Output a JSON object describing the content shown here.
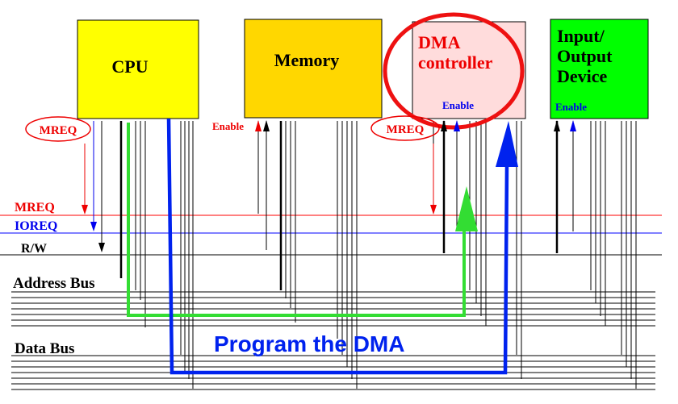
{
  "colors": {
    "cpu_fill": "#ffff00",
    "memory_fill": "#ffd700",
    "dma_fill": "#ffdcdc",
    "io_fill": "#00ff00",
    "mreq": "#ff0000",
    "ioreq": "#0000ff",
    "green_path": "#33dd33",
    "blue_path": "#0022ee",
    "highlight_ellipse": "#ee1111"
  },
  "blocks": {
    "cpu": {
      "label": "CPU"
    },
    "memory": {
      "label": "Memory"
    },
    "dma": {
      "line1": "DMA",
      "line2": "controller",
      "enable": "Enable"
    },
    "io": {
      "line1": "Input/",
      "line2": "Output",
      "line3": "Device",
      "enable": "Enable"
    }
  },
  "signals": {
    "cpu_mreq": "MREQ",
    "dma_mreq": "MREQ",
    "memory_enable": "Enable"
  },
  "buses": {
    "mreq": "MREQ",
    "ioreq": "IOREQ",
    "rw": "R/W",
    "address": "Address Bus",
    "data": "Data Bus"
  },
  "caption": "Program the DMA"
}
